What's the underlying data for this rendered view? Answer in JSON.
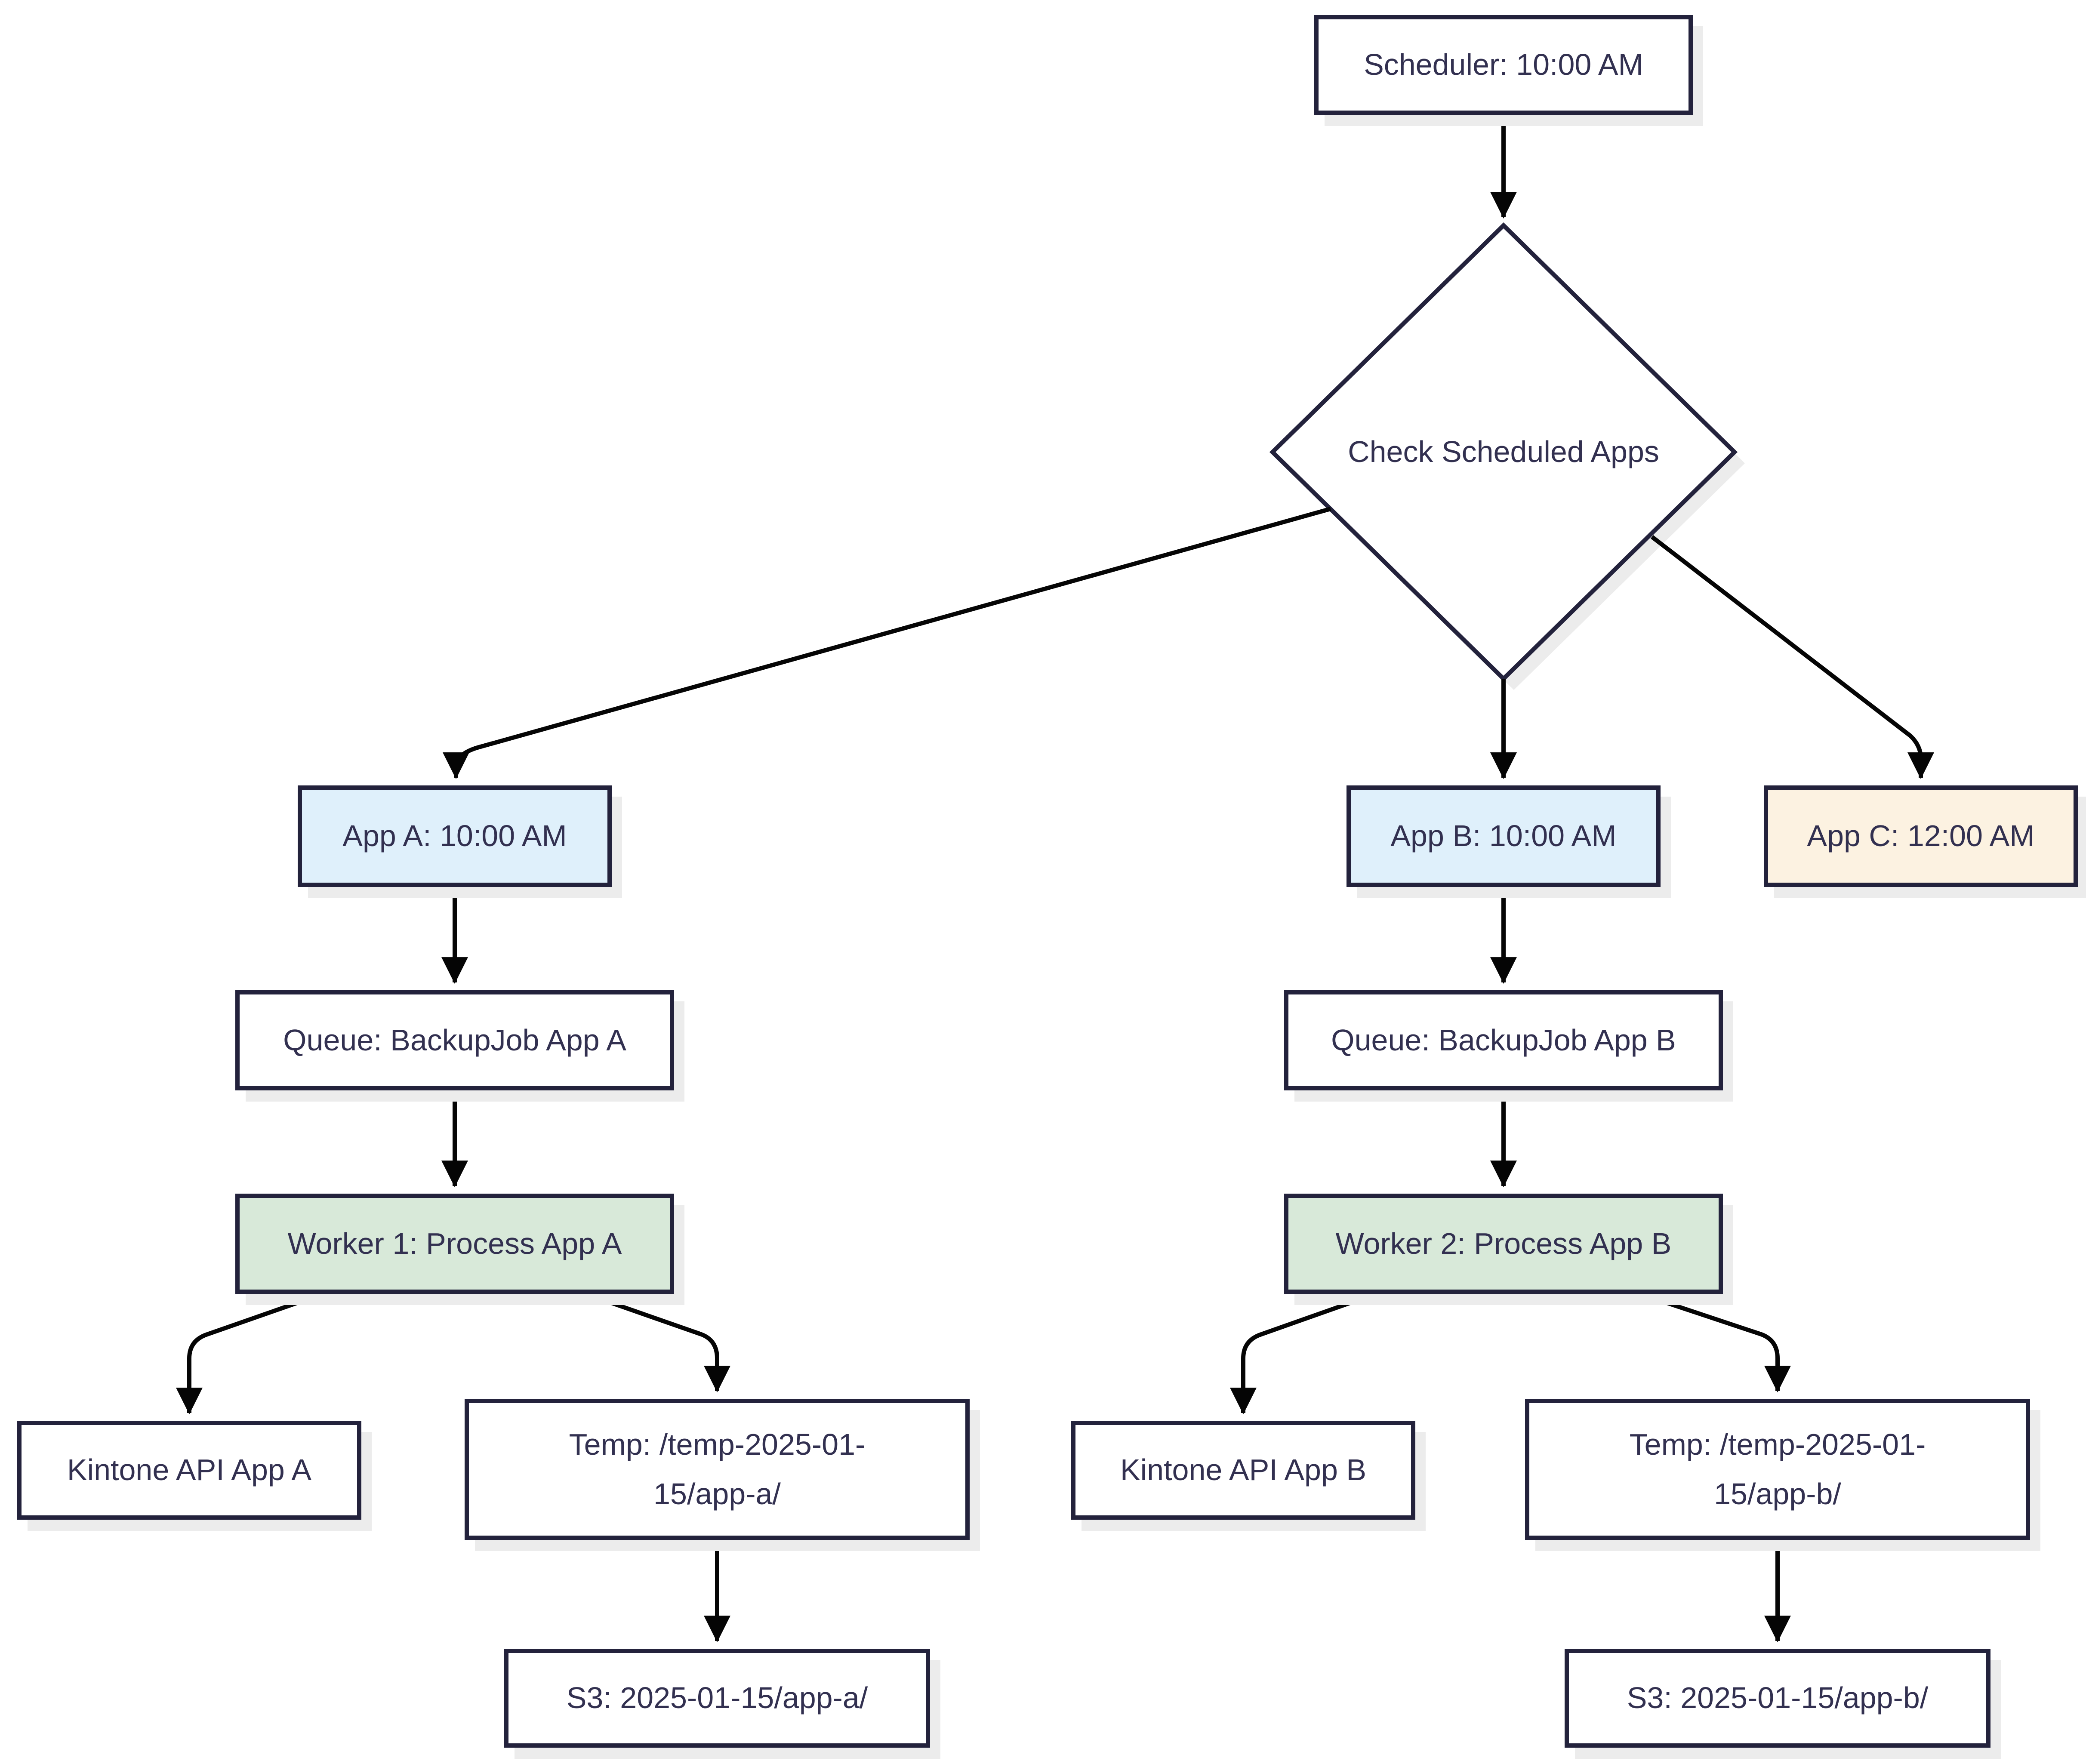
{
  "colors": {
    "border": "#23223C",
    "text": "#323050",
    "arrow": "#050505",
    "shadow": "#ECECEC",
    "fill_white": "#FFFFFF",
    "fill_blue": "#DFF0FB",
    "fill_green": "#D8E9D9",
    "fill_cream": "#FCF2E1"
  },
  "nodes": {
    "scheduler": {
      "label": "Scheduler: 10:00 AM",
      "shape": "rect",
      "fill": "white"
    },
    "check": {
      "label": "Check Scheduled Apps",
      "shape": "diamond",
      "fill": "white"
    },
    "app_a": {
      "label": "App A: 10:00 AM",
      "shape": "rect",
      "fill": "blue"
    },
    "app_b": {
      "label": "App B: 10:00 AM",
      "shape": "rect",
      "fill": "blue"
    },
    "app_c": {
      "label": "App C: 12:00 AM",
      "shape": "rect",
      "fill": "cream"
    },
    "queue_a": {
      "label": "Queue: BackupJob App A",
      "shape": "rect",
      "fill": "white"
    },
    "queue_b": {
      "label": "Queue: BackupJob App B",
      "shape": "rect",
      "fill": "white"
    },
    "worker_1": {
      "label": "Worker 1: Process App A",
      "shape": "rect",
      "fill": "green"
    },
    "worker_2": {
      "label": "Worker 2: Process App B",
      "shape": "rect",
      "fill": "green"
    },
    "kintone_a": {
      "label": "Kintone API App A",
      "shape": "rect",
      "fill": "white"
    },
    "temp_a": {
      "label": "Temp: /temp-2025-01-\n15/app-a/",
      "shape": "rect",
      "fill": "white"
    },
    "s3_a": {
      "label": "S3: 2025-01-15/app-a/",
      "shape": "rect",
      "fill": "white"
    },
    "kintone_b": {
      "label": "Kintone API App B",
      "shape": "rect",
      "fill": "white"
    },
    "temp_b": {
      "label": "Temp: /temp-2025-01-\n15/app-b/",
      "shape": "rect",
      "fill": "white"
    },
    "s3_b": {
      "label": "S3: 2025-01-15/app-b/",
      "shape": "rect",
      "fill": "white"
    }
  },
  "edges": [
    {
      "from": "scheduler",
      "to": "check"
    },
    {
      "from": "check",
      "to": "app_a"
    },
    {
      "from": "check",
      "to": "app_b"
    },
    {
      "from": "check",
      "to": "app_c"
    },
    {
      "from": "app_a",
      "to": "queue_a"
    },
    {
      "from": "app_b",
      "to": "queue_b"
    },
    {
      "from": "queue_a",
      "to": "worker_1"
    },
    {
      "from": "queue_b",
      "to": "worker_2"
    },
    {
      "from": "worker_1",
      "to": "kintone_a"
    },
    {
      "from": "worker_1",
      "to": "temp_a"
    },
    {
      "from": "worker_2",
      "to": "kintone_b"
    },
    {
      "from": "worker_2",
      "to": "temp_b"
    },
    {
      "from": "temp_a",
      "to": "s3_a"
    },
    {
      "from": "temp_b",
      "to": "s3_b"
    }
  ]
}
